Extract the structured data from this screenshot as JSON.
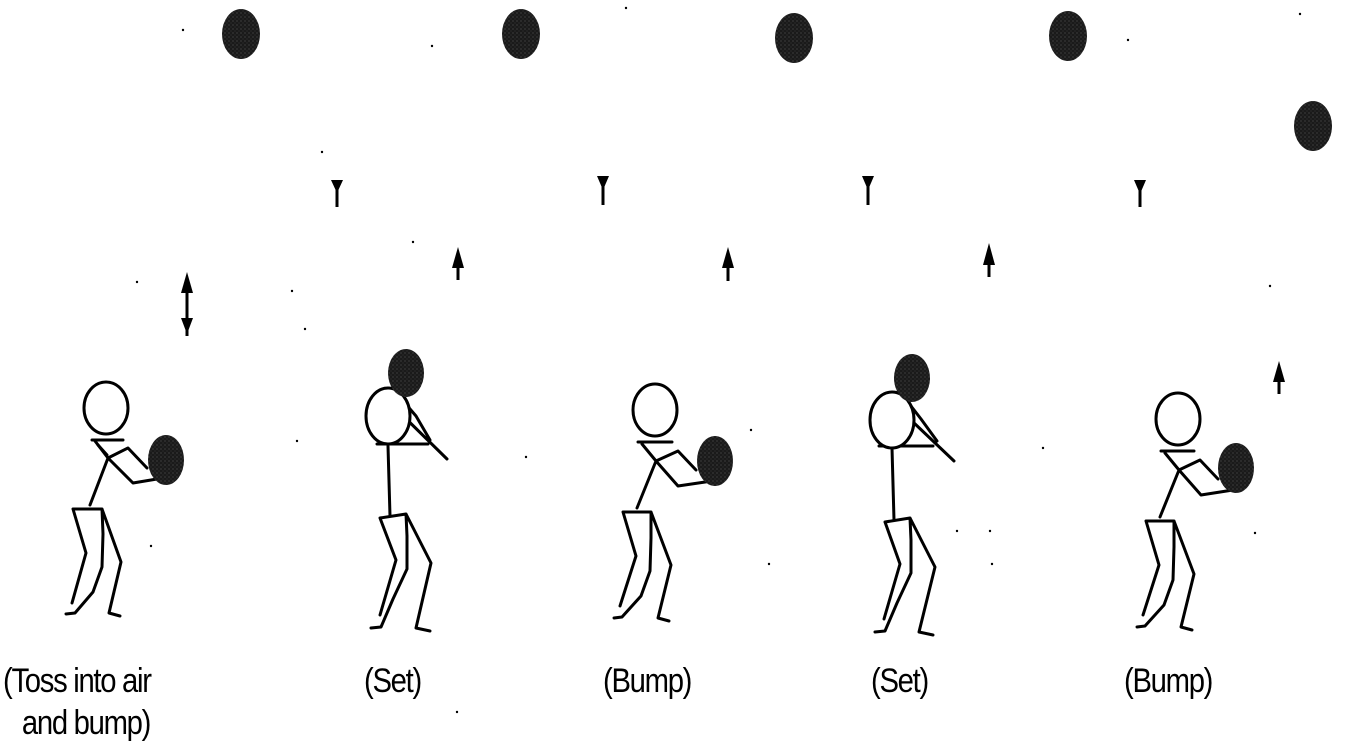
{
  "diagram": {
    "ink_color": "#000000",
    "ball_color": "#1a1a1a",
    "figures": [
      {
        "pose": "bump",
        "arrow": "double",
        "caption": [
          "(Toss into air",
          "and bump)"
        ]
      },
      {
        "pose": "set",
        "arrow": "up-down",
        "caption": [
          "(Set)"
        ]
      },
      {
        "pose": "bump",
        "arrow": "up-down",
        "caption": [
          "(Bump)"
        ]
      },
      {
        "pose": "set",
        "arrow": "up-down",
        "caption": [
          "(Set)"
        ]
      },
      {
        "pose": "bump",
        "arrow": "up",
        "caption": [
          "(Bump)"
        ]
      }
    ]
  }
}
